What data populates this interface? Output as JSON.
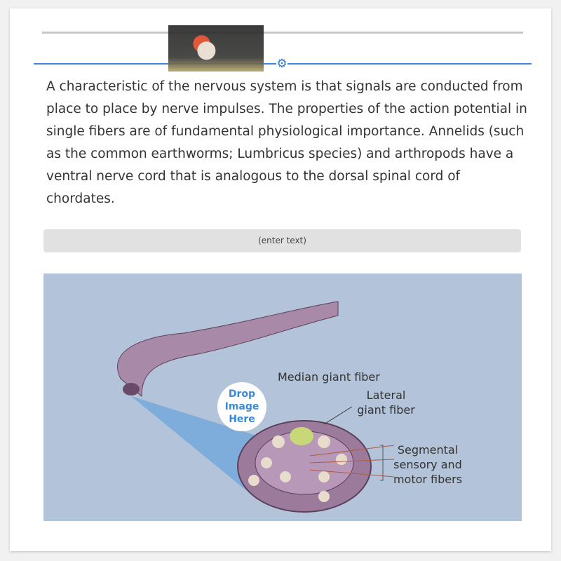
{
  "paragraph": "A characteristic of the nervous system is that signals are conducted from place to place by nerve impulses. The properties of the action potential in single fibers are of fundamental physiological importance. Annelids (such as the common earthworms; Lumbricus species) and arthropods have a ventral nerve cord that is analogous to the dorsal spinal cord of chordates.",
  "caption_placeholder": "(enter text)",
  "figure": {
    "median": "Median giant fiber",
    "lateral": "Lateral giant fiber",
    "segmental": "Segmental sensory and motor fibers"
  },
  "drop_label": "Drop Image Here",
  "icons": {
    "gear": "gear-icon"
  }
}
